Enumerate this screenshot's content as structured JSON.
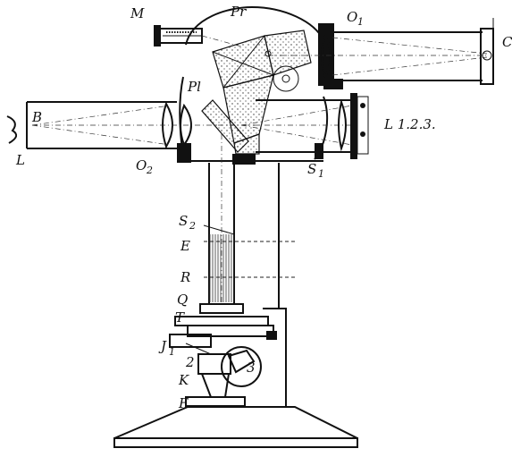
{
  "labels": {
    "M": "M",
    "Pr": "Pr",
    "O1": "O",
    "O1_sub": "1",
    "C": "C",
    "Pl": "Pl",
    "B": "B",
    "L_eye": "L",
    "O2": "O",
    "O2_sub": "2",
    "S1": "S",
    "S1_sub": "1",
    "L123": "L 1.2.3.",
    "S2": "S",
    "S2_sub": "2",
    "E": "E",
    "R": "R",
    "Q": "Q",
    "T": "T",
    "J1": "J",
    "J1_sub": "1",
    "num2": "2",
    "num3": "3",
    "K": "K",
    "F": "F"
  }
}
